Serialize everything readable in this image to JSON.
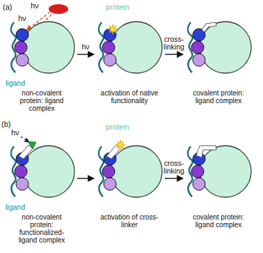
{
  "diagram": {
    "nodes": [
      {
        "text": [
          "non-covalent protein: ligand complex"
        ]
      },
      {
        "text": [
          "activation of native functionality"
        ]
      },
      {
        "text": [
          "covalent protein: ligand complex"
        ]
      },
      {
        "text": [
          "non-covalent protein: functionalized-ligand complex"
        ]
      },
      {
        "text": [
          "activation of cross-linker"
        ]
      },
      {
        "text": [
          "covalent protein: ligand complex"
        ]
      }
    ],
    "edges": [
      {
        "from": 0,
        "to": 1,
        "arrow": "to",
        "label": "hν"
      },
      {
        "from": 1,
        "to": 2,
        "arrow": "to",
        "label": "cross-linking"
      },
      {
        "from": 3,
        "to": 4,
        "arrow": "to"
      },
      {
        "from": 4,
        "to": 5,
        "arrow": "to",
        "label": "cross-linking"
      }
    ],
    "labels": [
      "(a)",
      "protein",
      "hν",
      "hν",
      "ligand",
      "(b)",
      "protein",
      "hν",
      "ligand"
    ]
  }
}
